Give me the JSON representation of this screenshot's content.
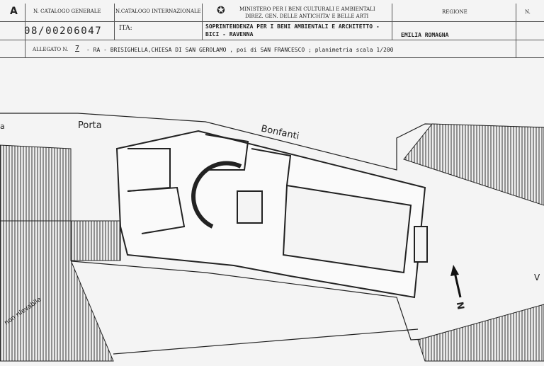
{
  "header": {
    "section_letter": "A",
    "catalogo_generale_label": "N. CATALOGO GENERALE",
    "catalogo_internazionale_label": "N.CATALOGO INTERNAZIONALE",
    "ministero_line1": "MINISTERO PER I BENI CULTURALI E AMBIENTALI",
    "ministero_line2": "DIREZ. GEN. DELLE ANTICHITA' E BELLE ARTI",
    "regione_label": "REGIONE",
    "n_label": "N.",
    "catalogo_generale_value": "08/00206047",
    "ita_label": "ITA:",
    "soprintendenza_line1": "SOPRINTENDENZA PER I BENI AMBIENTALI E ARCHITETTO -",
    "soprintendenza_line2": "BICI - RAVENNA",
    "regione_value": "EMILIA ROMAGNA",
    "allegato_label": "ALLEGATO N.",
    "allegato_number": "7",
    "allegato_text": "- RA - BRISIGHELLA,CHIESA DI SAN GEROLAMO , poi di SAN FRANCESCO ; planimetria scala 1/200"
  },
  "plan": {
    "street_porta": "Porta",
    "street_bonfanti": "Bonfanti",
    "non_rilevabile": "non rilevabile",
    "north": "N",
    "edge_left": "a",
    "edge_right": "V"
  }
}
